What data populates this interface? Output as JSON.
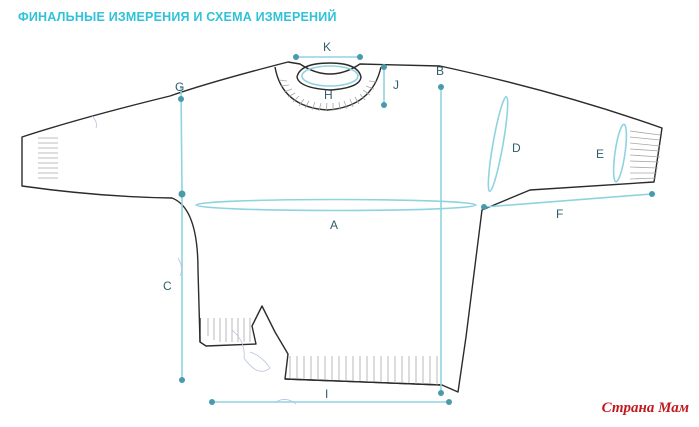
{
  "title": "ФИНАЛЬНЫЕ ИЗМЕРЕНИЯ И СХЕМА ИЗМЕРЕНИЙ",
  "measurements": {
    "A": "A",
    "B": "B",
    "C": "C",
    "D": "D",
    "E": "E",
    "F": "F",
    "G": "G",
    "H": "H",
    "I": "I",
    "J": "J",
    "K": "K"
  },
  "watermark": "Страна Мам",
  "colors": {
    "title": "#2fc2d8",
    "outline": "#2b2b2b",
    "measure_line": "#8fd3e0",
    "measure_dot": "#4a9aad",
    "label": "#2f5e6a",
    "watermark": "#c2191f"
  }
}
